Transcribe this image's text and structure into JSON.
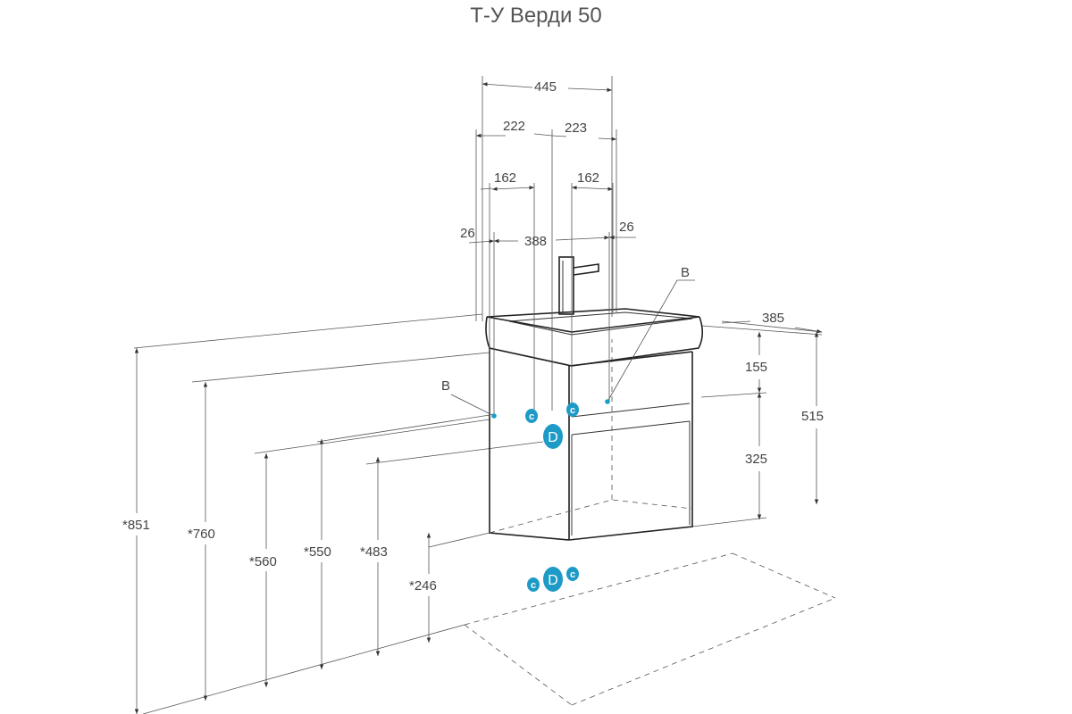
{
  "title": "Т-У Верди 50",
  "colors": {
    "marker": "#1e9ac7",
    "line": "#333333"
  },
  "dimensions": {
    "width_total": "445",
    "half_left": "222",
    "half_right": "223",
    "offset_left": "162",
    "offset_right": "162",
    "edge_left": "26",
    "inner_width": "388",
    "edge_right": "26",
    "depth": "385",
    "top_drawer": "155",
    "bottom_drawer": "325",
    "body_height": "515",
    "h851": "*851",
    "h760": "*760",
    "h560": "*560",
    "h550": "*550",
    "h483": "*483",
    "h246": "*246"
  },
  "labels": {
    "b_top": "B",
    "b_left": "B"
  },
  "markers": {
    "c": "c",
    "d": "D"
  }
}
